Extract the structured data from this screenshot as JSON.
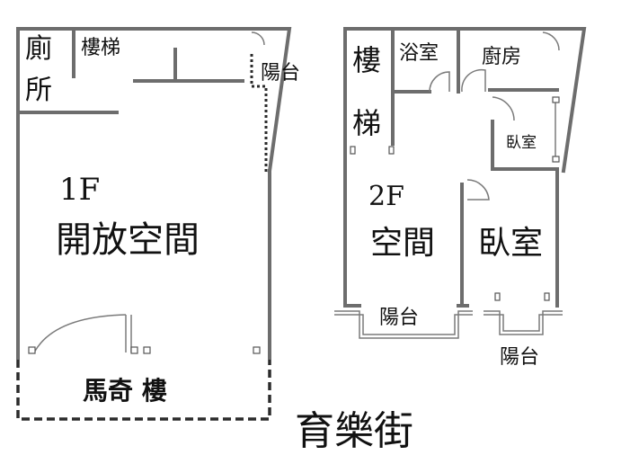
{
  "floor1": {
    "toilet": "廁所",
    "stairs": "樓梯",
    "balcony": "陽台",
    "floor": "1F",
    "open_space": "開放空間",
    "arcade": "馬奇 樓"
  },
  "floor2": {
    "stairs": "樓梯",
    "bathroom": "浴室",
    "kitchen": "廚房",
    "small_bedroom": "臥室",
    "floor": "2F",
    "living_space": "空間",
    "bedroom": "臥室",
    "balcony_left": "陽台",
    "balcony_right": "陽台"
  },
  "street": "育樂街"
}
